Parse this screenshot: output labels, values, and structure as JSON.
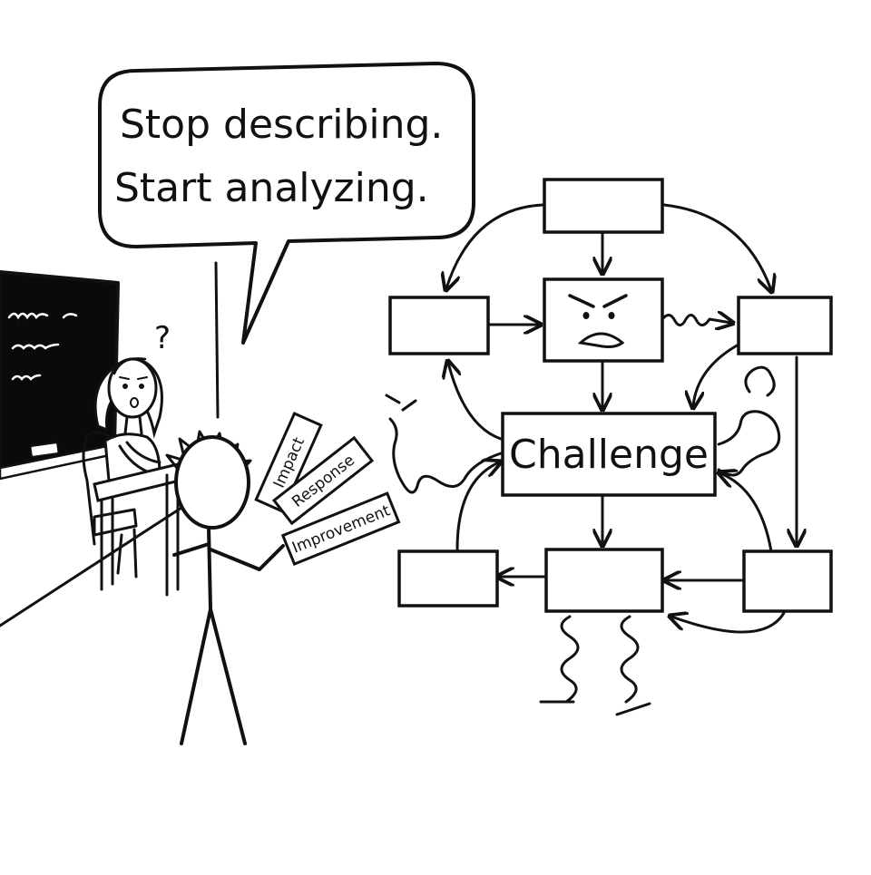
{
  "speech_bubble": {
    "line1": "Stop describing.",
    "line2": "Start analyzing."
  },
  "student": {
    "question_mark": "?"
  },
  "cards": [
    {
      "label": "Impact"
    },
    {
      "label": "Response"
    },
    {
      "label": "Improvement"
    }
  ],
  "diagram": {
    "center_label": "Challenge"
  },
  "colors": {
    "ink": "#111111",
    "paper": "#ffffff",
    "chalkboard": "#0a0a0a"
  }
}
